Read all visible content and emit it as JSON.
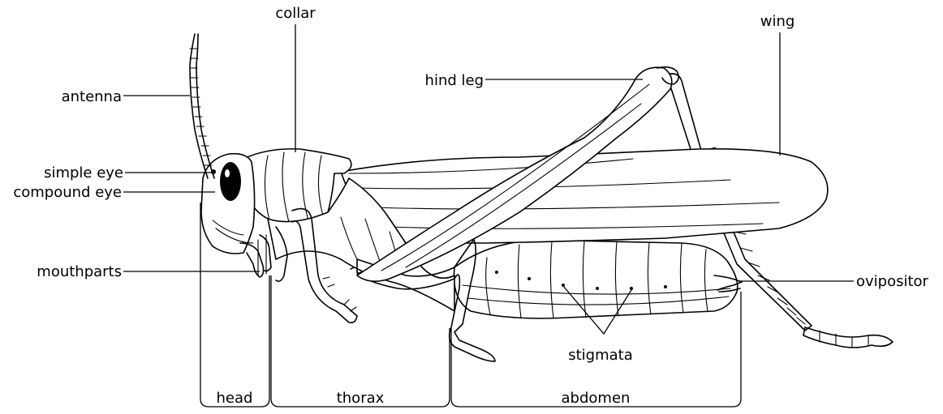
{
  "labels": {
    "collar": "collar",
    "wing": "wing",
    "hind_leg": "hind leg",
    "antenna": "antenna",
    "simple_eye": "simple eye",
    "compound_eye": "compound eye",
    "mouthparts": "mouthparts",
    "ovipositor": "ovipositor",
    "stigmata": "stigmata"
  },
  "regions": {
    "head": "head",
    "thorax": "thorax",
    "abdomen": "abdomen"
  }
}
